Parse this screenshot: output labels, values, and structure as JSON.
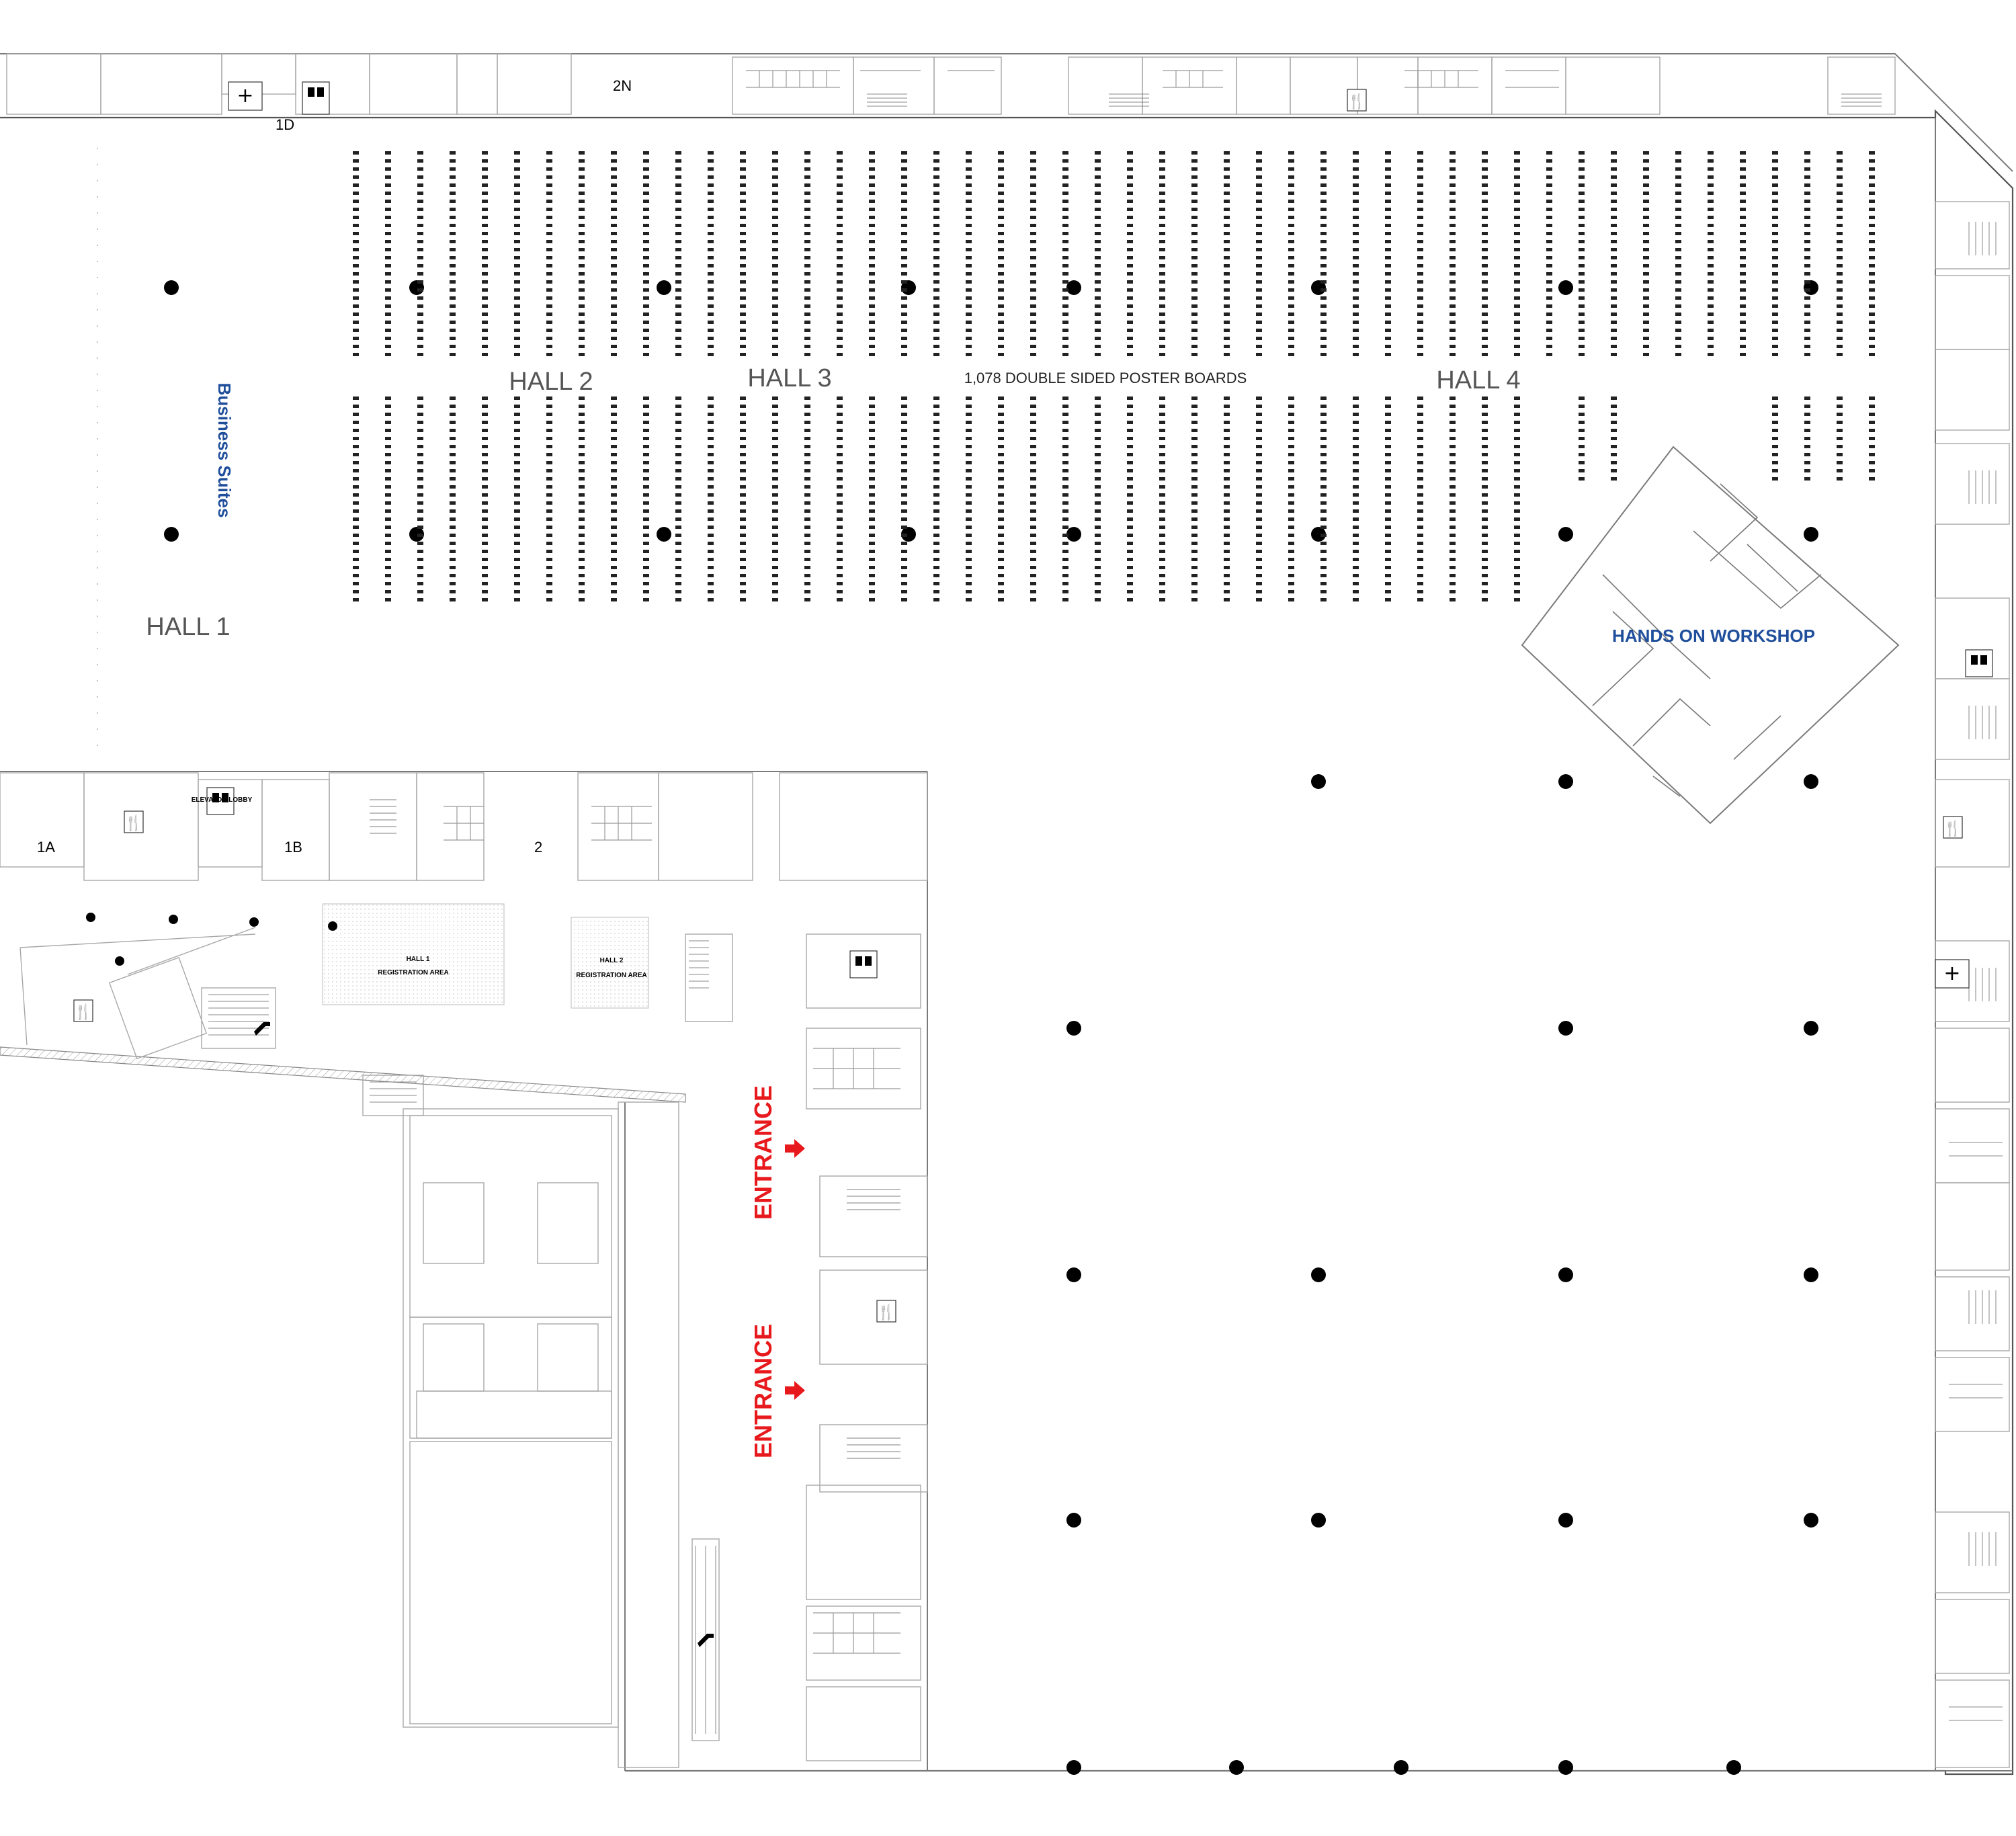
{
  "map": {
    "halls": [
      {
        "id": "hall-1",
        "label": "HALL 1"
      },
      {
        "id": "hall-2",
        "label": "HALL 2"
      },
      {
        "id": "hall-3",
        "label": "HALL 3"
      },
      {
        "id": "hall-4",
        "label": "HALL 4"
      }
    ],
    "poster_boards_label": "1,078 DOUBLE SIDED POSTER BOARDS",
    "business_suites_label": "Business Suites",
    "hands_on_workshop_label": "HANDS ON WORKSHOP",
    "entrance_labels": [
      "ENTRANCE",
      "ENTRANCE"
    ],
    "room_labels": {
      "r1d": "1D",
      "r2n": "2N",
      "r1a": "1A",
      "r1b": "1B",
      "r2": "2"
    },
    "registration": {
      "hall1_title": "HALL 1",
      "hall1_sub": "REGISTRATION AREA",
      "hall2_title": "HALL 2",
      "hall2_sub": "REGISTRATION AREA"
    },
    "elevator_lobby_label": "ELEVATOR LOBBY",
    "colors": {
      "blue": "#1f4e9b",
      "entrance_red": "#e8191c",
      "column": "#000000",
      "hall_text": "#555555"
    },
    "icons": [
      "restroom-icon",
      "restaurant-icon",
      "first-aid-icon",
      "elevator-icon",
      "stairs-icon",
      "escalator-icon",
      "accessible-icon",
      "entrance-arrow-icon"
    ]
  }
}
